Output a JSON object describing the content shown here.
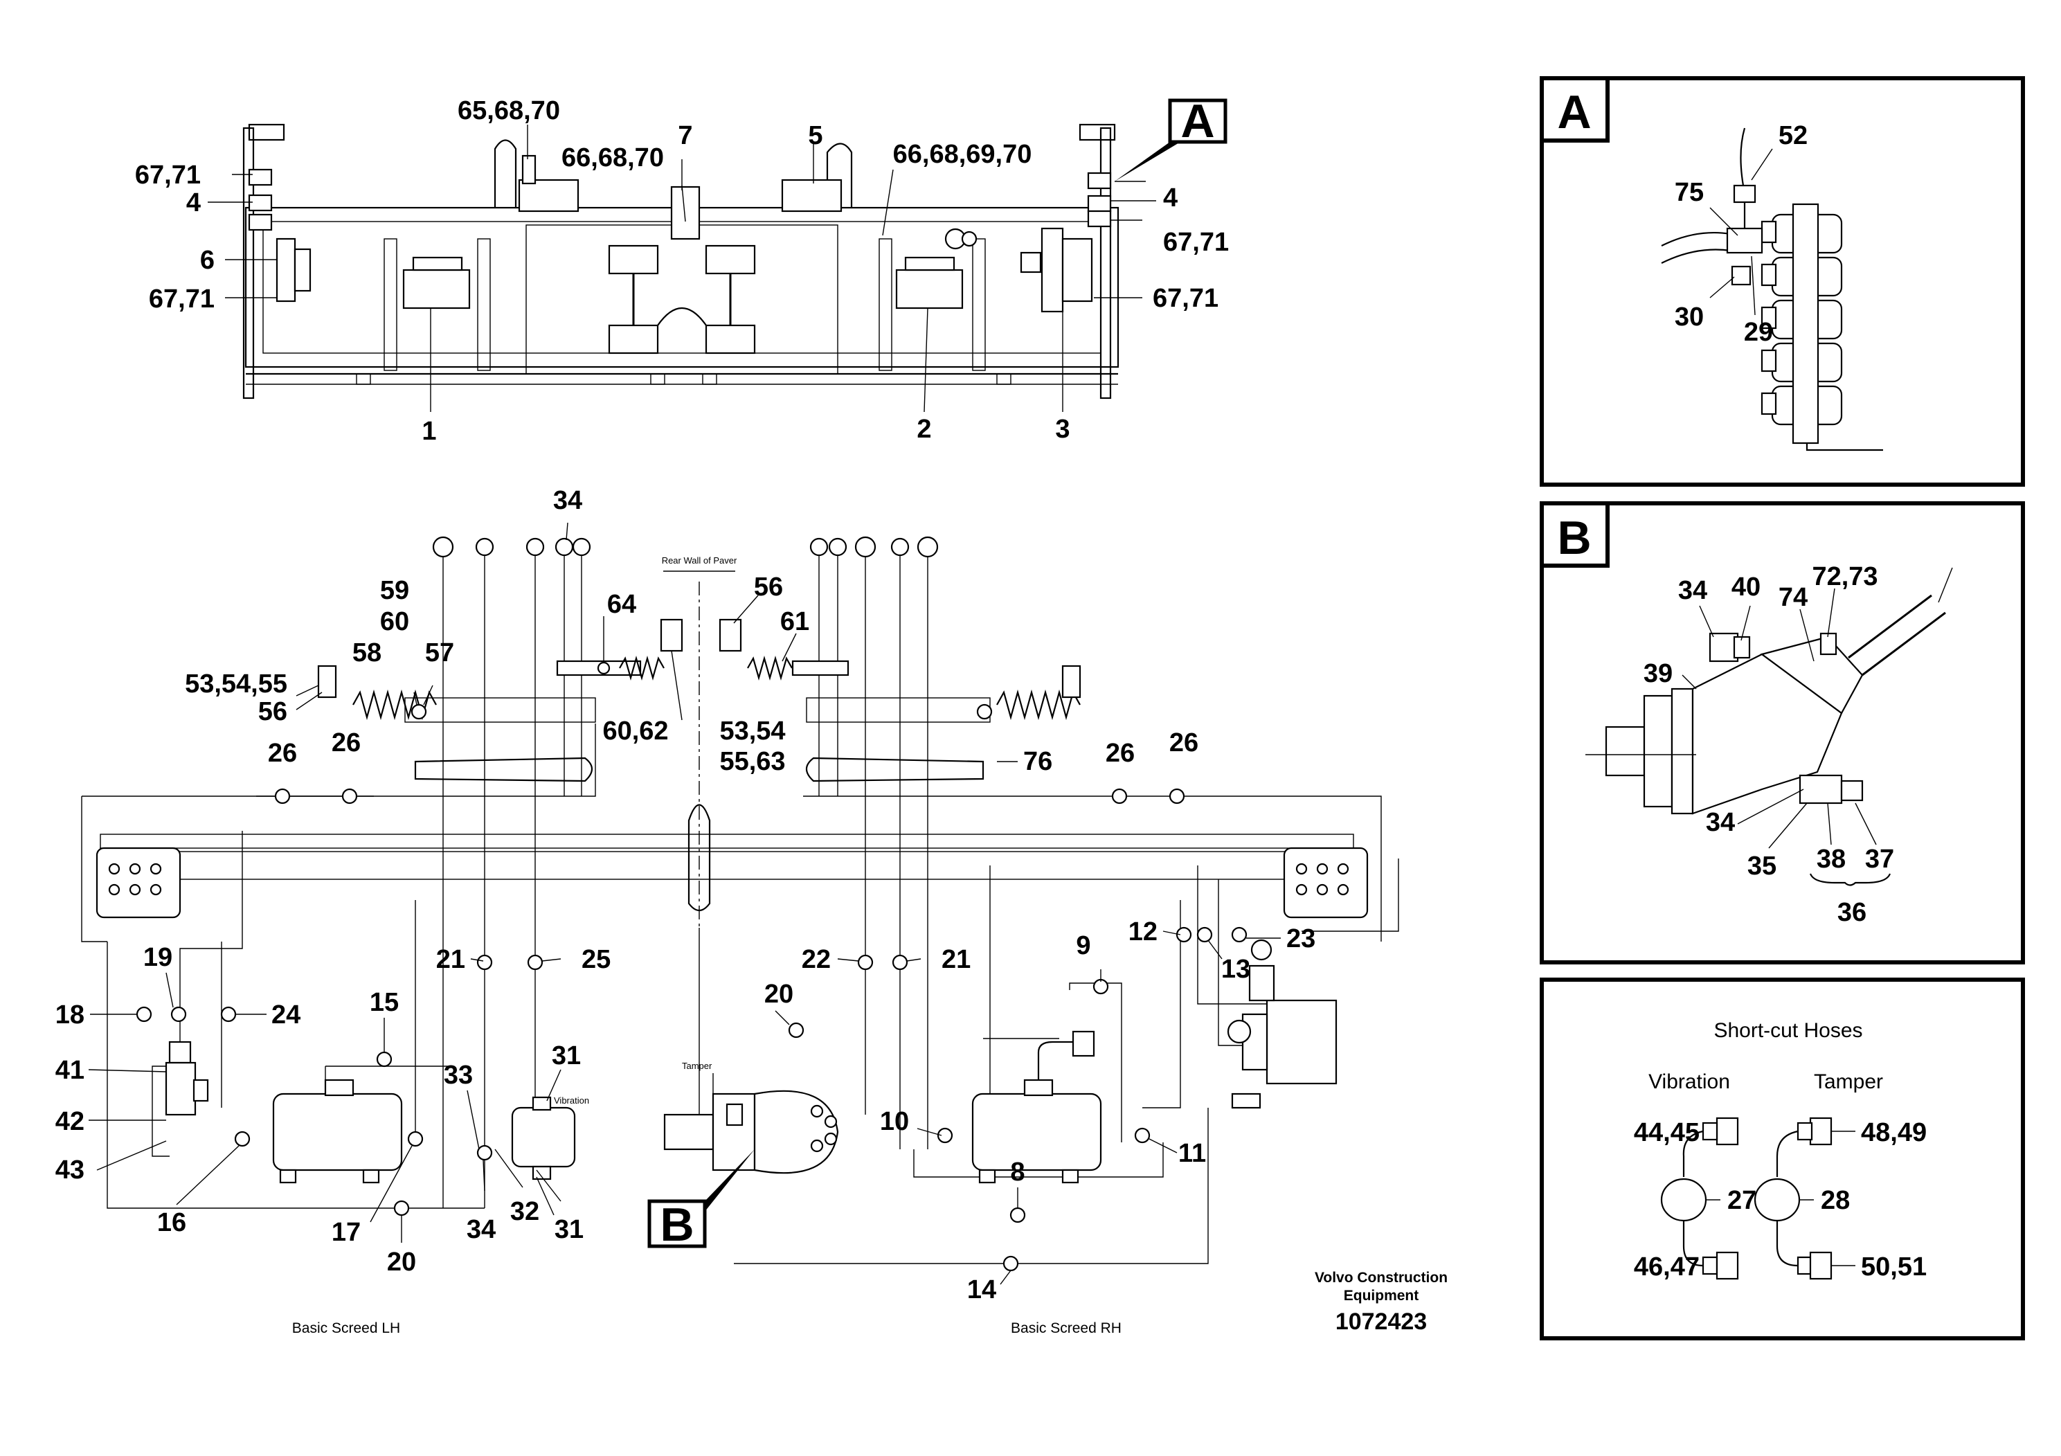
{
  "detail_a": {
    "letter": "A",
    "callouts": [
      "52",
      "75",
      "30",
      "29"
    ]
  },
  "detail_b": {
    "letter": "B",
    "callouts": [
      "34",
      "40",
      "72,73",
      "74",
      "39",
      "34",
      "35",
      "38",
      "37",
      "36"
    ]
  },
  "short_cut": {
    "title": "Short-cut Hoses",
    "vibration": "Vibration",
    "tamper": "Tamper",
    "callouts": [
      "44,45",
      "27",
      "46,47",
      "48,49",
      "28",
      "50,51"
    ]
  },
  "top_view": {
    "callouts": [
      "65,68,70",
      "7",
      "5",
      "66,68,70",
      "66,68,69,70",
      "67,71",
      "4",
      "6",
      "67,71",
      "1",
      "2",
      "3",
      "4",
      "67,71",
      "67,71"
    ]
  },
  "schematic": {
    "rear_wall_label": "Rear Wall of Paver",
    "tamper_label": "Tamper",
    "vibration_label": "Vibration",
    "lh_label": "Basic Screed LH",
    "rh_label": "Basic Screed RH",
    "callouts": [
      "34",
      "59",
      "60",
      "58",
      "57",
      "53,54,55",
      "56",
      "64",
      "60,62",
      "56",
      "61",
      "53,54",
      "55,63",
      "26",
      "26",
      "26",
      "26",
      "76",
      "19",
      "18",
      "21",
      "25",
      "24",
      "41",
      "42",
      "43",
      "15",
      "33",
      "31",
      "16",
      "17",
      "20",
      "34",
      "32",
      "31",
      "22",
      "21",
      "20",
      "12",
      "23",
      "9",
      "13",
      "10",
      "8",
      "11",
      "14"
    ]
  },
  "footer": {
    "brand_line1": "Volvo Construction",
    "brand_line2": "Equipment",
    "doc_number": "1072423"
  }
}
